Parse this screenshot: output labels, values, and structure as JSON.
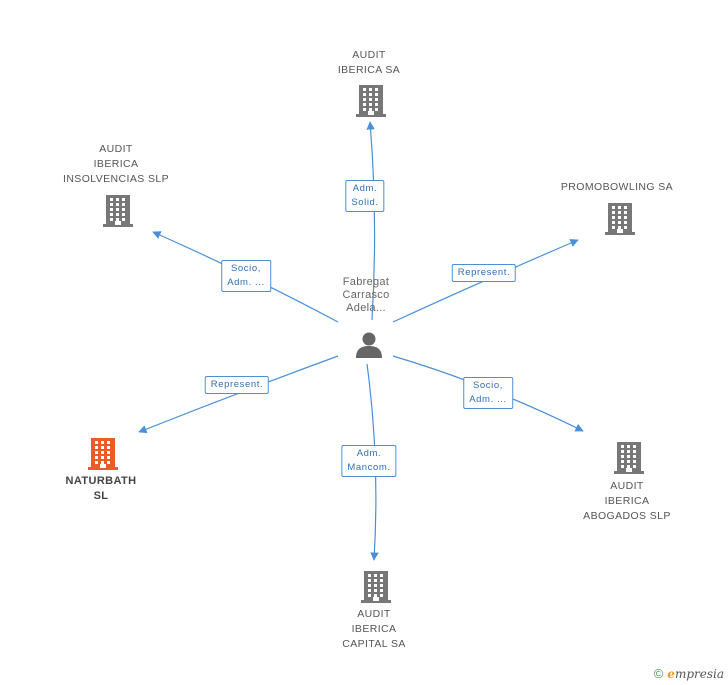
{
  "center": {
    "lines": [
      "Fabregat",
      "Carrasco",
      "Adela..."
    ]
  },
  "nodes": [
    {
      "id": "audit-iberica-sa",
      "lines": [
        "AUDIT",
        "IBERICA SA"
      ],
      "highlight": false
    },
    {
      "id": "audit-iberica-insolvencias",
      "lines": [
        "AUDIT",
        "IBERICA",
        "INSOLVENCIAS SLP"
      ],
      "highlight": false
    },
    {
      "id": "promobowling",
      "lines": [
        "PROMOBOWLING SA"
      ],
      "highlight": false
    },
    {
      "id": "naturbath",
      "lines": [
        "NATURBATH",
        "SL"
      ],
      "highlight": true
    },
    {
      "id": "audit-iberica-abogados",
      "lines": [
        "AUDIT",
        "IBERICA",
        "ABOGADOS SLP"
      ],
      "highlight": false
    },
    {
      "id": "audit-iberica-capital",
      "lines": [
        "AUDIT",
        "IBERICA",
        "CAPITAL SA"
      ],
      "highlight": false
    }
  ],
  "edges": [
    {
      "target": "audit-iberica-sa",
      "lines": [
        "Adm.",
        "Solid."
      ]
    },
    {
      "target": "audit-iberica-insolvencias",
      "lines": [
        "Socio,",
        "Adm. ..."
      ]
    },
    {
      "target": "promobowling",
      "lines": [
        "Represent."
      ]
    },
    {
      "target": "naturbath",
      "lines": [
        "Represent."
      ]
    },
    {
      "target": "audit-iberica-abogados",
      "lines": [
        "Socio,",
        "Adm. ..."
      ]
    },
    {
      "target": "audit-iberica-capital",
      "lines": [
        "Adm.",
        "Mancom."
      ]
    }
  ],
  "colors": {
    "edge": "#4a90d9",
    "building": "#777777",
    "building_highlight": "#f05a28",
    "person": "#666666"
  },
  "footer": {
    "copyright": "©",
    "brand_initial": "e",
    "brand_rest": "mpresia"
  }
}
